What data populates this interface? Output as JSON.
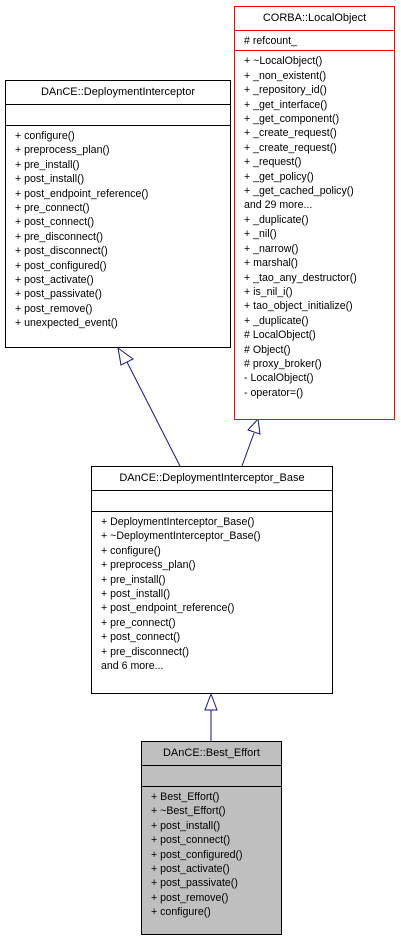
{
  "classes": {
    "local_object": {
      "name": "CORBA::LocalObject",
      "attributes": [
        "# refcount_"
      ],
      "methods": [
        "+ ~LocalObject()",
        "+ _non_existent()",
        "+ _repository_id()",
        "+ _get_interface()",
        "+ _get_component()",
        "+ _create_request()",
        "+ _create_request()",
        "+ _request()",
        "+ _get_policy()",
        "+ _get_cached_policy()",
        "and 29 more...",
        "+ _duplicate()",
        "+ _nil()",
        "+ _narrow()",
        "+ marshal()",
        "+ _tao_any_destructor()",
        "+ is_nil_i()",
        "+ tao_object_initialize()",
        "+ _duplicate()",
        "# LocalObject()",
        "# Object()",
        "# proxy_broker()",
        "- LocalObject()",
        "- operator=()"
      ]
    },
    "deployment_interceptor": {
      "name": "DAnCE::DeploymentInterceptor",
      "attributes": [],
      "methods": [
        "+ configure()",
        "+ preprocess_plan()",
        "+ pre_install()",
        "+ post_install()",
        "+ post_endpoint_reference()",
        "+ pre_connect()",
        "+ post_connect()",
        "+ pre_disconnect()",
        "+ post_disconnect()",
        "+ post_configured()",
        "+ post_activate()",
        "+ post_passivate()",
        "+ post_remove()",
        "+ unexpected_event()"
      ]
    },
    "deployment_interceptor_base": {
      "name": "DAnCE::DeploymentInterceptor_Base",
      "attributes": [],
      "methods": [
        "+ DeploymentInterceptor_Base()",
        "+ ~DeploymentInterceptor_Base()",
        "+ configure()",
        "+ preprocess_plan()",
        "+ pre_install()",
        "+ post_install()",
        "+ post_endpoint_reference()",
        "+ pre_connect()",
        "+ post_connect()",
        "+ pre_disconnect()",
        "and 6 more..."
      ]
    },
    "best_effort": {
      "name": "DAnCE::Best_Effort",
      "attributes": [],
      "methods": [
        "+ Best_Effort()",
        "+ ~Best_Effort()",
        "+ post_install()",
        "+ post_connect()",
        "+ post_configured()",
        "+ post_activate()",
        "+ post_passivate()",
        "+ post_remove()",
        "+ configure()"
      ]
    }
  },
  "colors": {
    "edge": "#191970",
    "highlight_border": "#ff0000",
    "focus_fill": "#bfbfbf"
  }
}
